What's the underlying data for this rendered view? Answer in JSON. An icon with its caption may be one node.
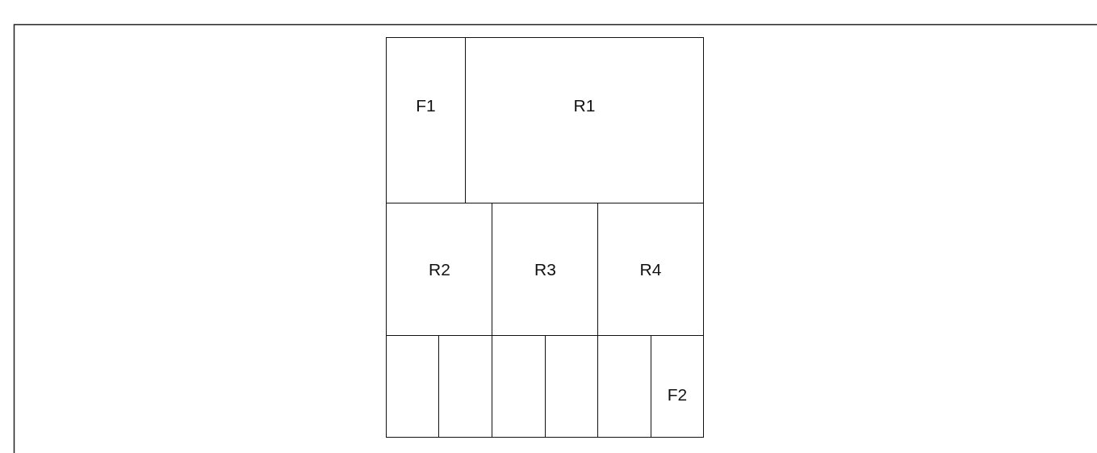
{
  "diagram": {
    "nodes": [
      {
        "text": [
          "F1"
        ]
      },
      {
        "text": [
          "R1"
        ]
      },
      {
        "text": [
          "R2"
        ]
      },
      {
        "text": [
          "R3"
        ]
      },
      {
        "text": [
          "R4"
        ]
      },
      {
        "text": [],
        "shape": "box"
      },
      {
        "text": [],
        "shape": "box"
      },
      {
        "text": [],
        "shape": "box"
      },
      {
        "text": [],
        "shape": "box"
      },
      {
        "text": [],
        "shape": "box"
      },
      {
        "text": [
          "F2"
        ]
      }
    ]
  }
}
